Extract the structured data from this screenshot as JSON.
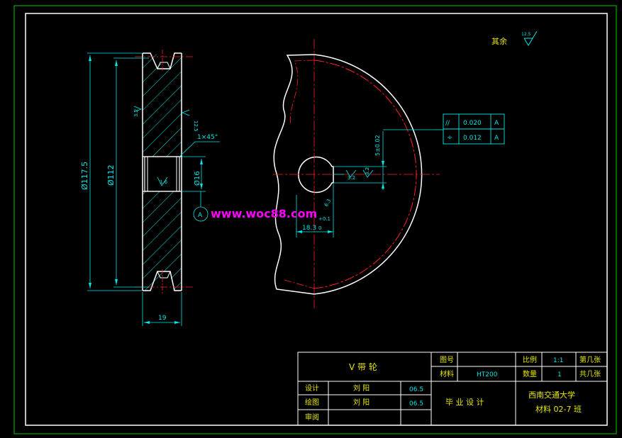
{
  "colors": {
    "background": "#000000",
    "border": "#ffffff",
    "frame": "#00ff00",
    "dimension": "#00e5e5",
    "outline": "#ffffff",
    "centerline": "#ff2020",
    "title_text": "#e6e600",
    "watermark": "#ff00ff"
  },
  "drawing": {
    "surface_note_label": "其余",
    "surface_note_value": "12.5",
    "dims": {
      "outer_dia": "Ø117.5",
      "pitch_dia": "Ø112",
      "bore_dia": "Ø16",
      "width": "19",
      "chamfer": "1×45°",
      "roughness_groove": "3.2",
      "roughness_face": "12.5",
      "roughness_bore": "1.6",
      "keyway_width": "5±0.02",
      "keyway_depth": "18.3",
      "keyway_depth_tol": "+0.1",
      "keyway_depth_tol_low": "0",
      "rough_key1": "3.2",
      "rough_key2": "3.2",
      "rough_key3": "6.3"
    },
    "datum": "A",
    "tolerance": {
      "row1": {
        "symbol": "//",
        "value": "0.020",
        "datum": "A"
      },
      "row2": {
        "symbol": "÷",
        "value": "0.012",
        "datum": "A"
      }
    },
    "watermark": "www.woc88.com"
  },
  "title_block": {
    "part_name": "V 带 轮",
    "drawing_no_label": "图号",
    "drawing_no_value": "",
    "scale_label": "比例",
    "scale_value": "1:1",
    "sheet_label": "第几张",
    "material_label": "材料",
    "material_value": "HT200",
    "quantity_label": "数量",
    "quantity_value": "1",
    "total_label": "共几张",
    "design_label": "设计",
    "design_name": "刘 阳",
    "design_date": "06.5",
    "draw_label": "绘图",
    "draw_name": "刘 阳",
    "draw_date": "06.5",
    "review_label": "审阅",
    "project": "毕 业 设 计",
    "school": "西南交通大学",
    "class": "材料 02-7 班"
  }
}
